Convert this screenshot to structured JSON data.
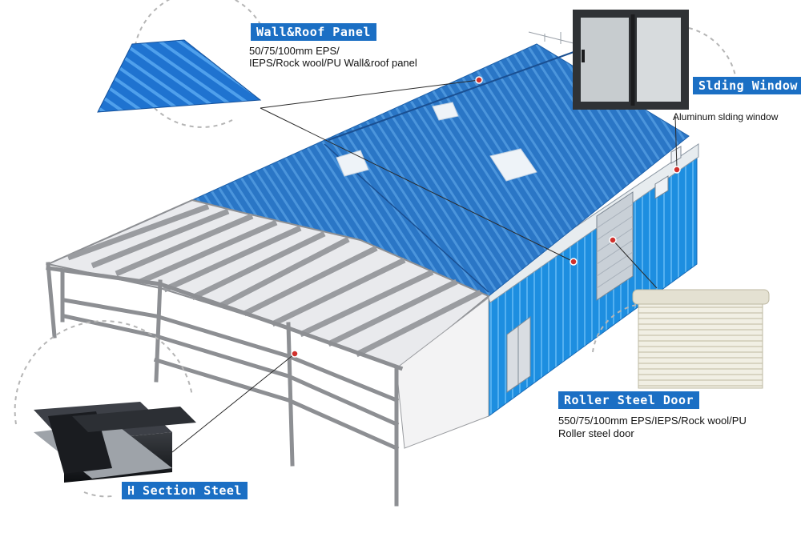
{
  "callouts": {
    "wall_roof_panel": {
      "title": "Wall&Roof Panel",
      "line1": "50/75/100mm EPS/",
      "line2": "IEPS/Rock wool/PU Wall&roof panel"
    },
    "sliding_window": {
      "title": "Slding Window",
      "desc": "Aluminum slding window"
    },
    "roller_steel_door": {
      "title": "Roller Steel Door",
      "line1": "550/75/100mm EPS/IEPS/Rock wool/PU",
      "line2": "Roller steel door"
    },
    "h_section_steel": {
      "title": "H Section Steel"
    }
  },
  "colors": {
    "roof_blue": "#2b78c8",
    "wall_blue": "#1e8fe0",
    "label_bg": "#1b6fc4",
    "frame_grey": "#8d8f93",
    "marker_red": "#d0302c"
  },
  "icons": [
    "corrugated-panel-icon",
    "sliding-window-icon",
    "roller-door-icon",
    "h-beam-icon"
  ]
}
